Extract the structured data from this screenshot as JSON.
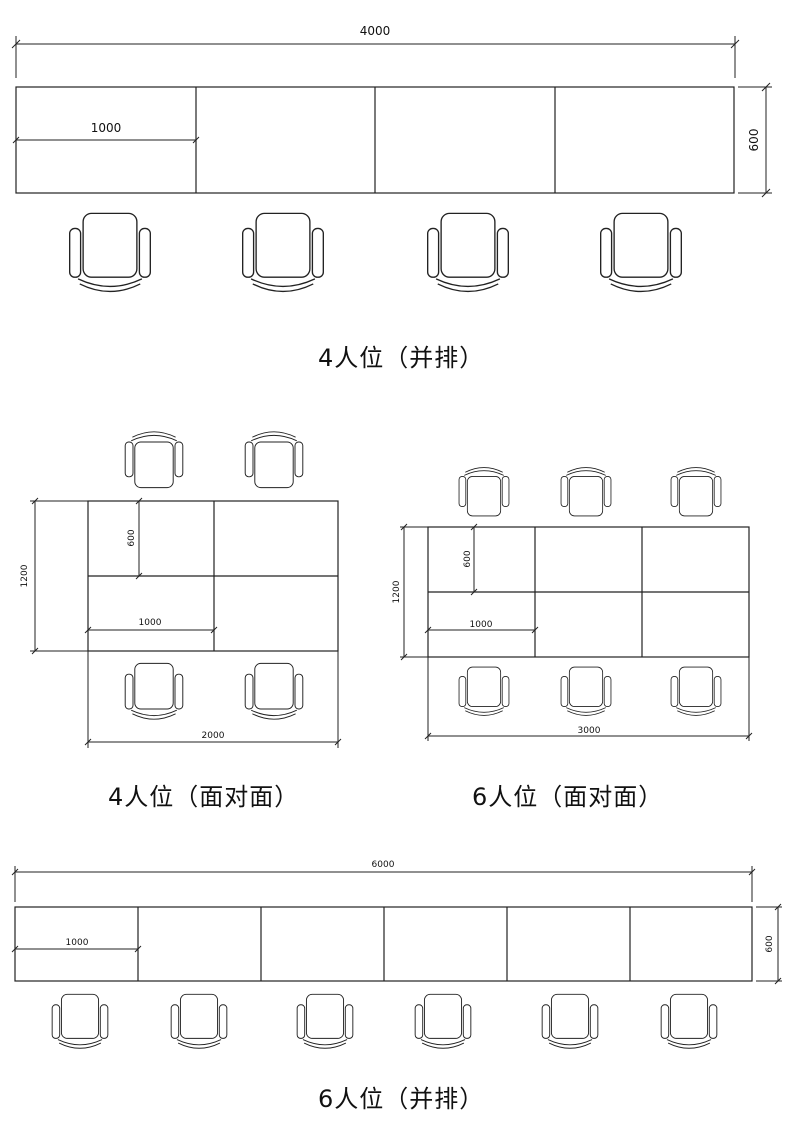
{
  "layouts": {
    "four_side": {
      "caption": "4人位（并排）",
      "dims": {
        "width": "4000",
        "height": "600",
        "unit": "1000"
      }
    },
    "four_face": {
      "caption": "4人位（面对面）",
      "dims": {
        "width": "2000",
        "height": "1200",
        "unit_height": "600",
        "unit": "1000"
      }
    },
    "six_face": {
      "caption": "6人位（面对面）",
      "dims": {
        "width": "3000",
        "height": "1200",
        "unit_height": "600",
        "unit": "1000"
      }
    },
    "six_side": {
      "caption": "6人位（并排）",
      "dims": {
        "width": "6000",
        "height": "600",
        "unit": "1000"
      }
    }
  }
}
